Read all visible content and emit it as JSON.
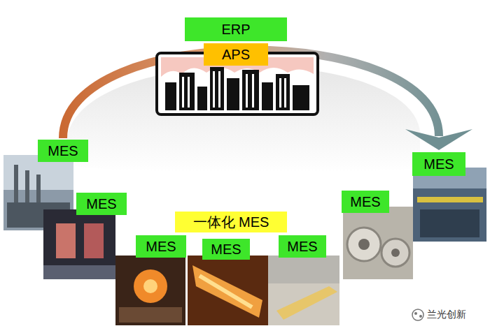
{
  "diagram": {
    "nodes": [
      {
        "text": [
          "ERP"
        ]
      },
      {
        "text": [
          "APS"
        ]
      },
      {
        "text": [
          "MES"
        ]
      },
      {
        "text": [
          "MES"
        ]
      },
      {
        "text": [
          "一体化 MES"
        ]
      },
      {
        "text": [
          "MES"
        ]
      },
      {
        "text": [
          "MES"
        ]
      },
      {
        "text": [
          "MES"
        ]
      },
      {
        "text": [
          "MES"
        ]
      },
      {
        "text": [
          "MES"
        ]
      }
    ],
    "edges": [
      {
        "from": 2,
        "to": 9,
        "arrow": "to"
      }
    ],
    "labels": [
      "兰光创新"
    ]
  }
}
